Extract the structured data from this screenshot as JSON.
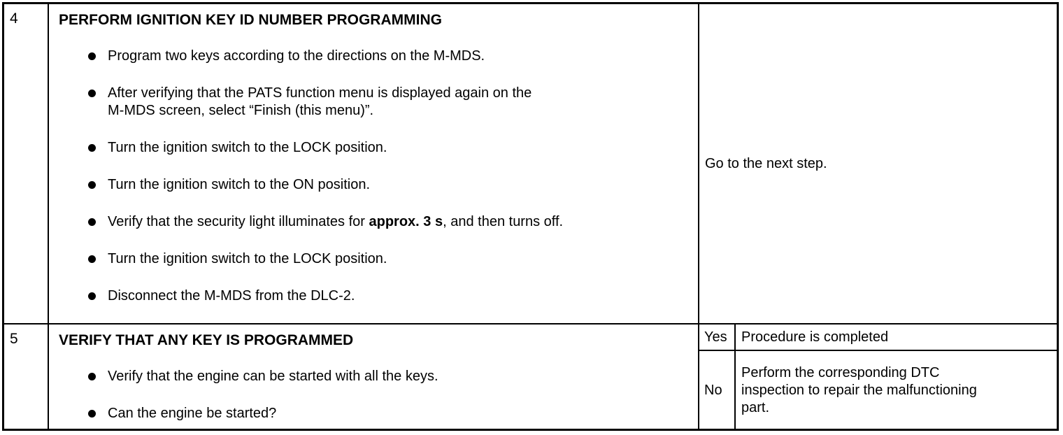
{
  "table": {
    "rows": [
      {
        "step": "4",
        "title": "PERFORM IGNITION KEY ID NUMBER PROGRAMMING",
        "bullets": [
          "Program two keys according to the directions on the M-MDS.",
          "After verifying that the PATS function menu is displayed again on the\nM-MDS screen, select “Finish (this menu)”.",
          "Turn the ignition switch to the LOCK position.",
          "Turn the ignition switch to the ON position.",
          {
            "pre": "Verify that the security light illuminates for ",
            "bold": "approx. 3 s",
            "post": ", and then turns off."
          },
          "Turn the ignition switch to the LOCK position.",
          "Disconnect the M-MDS from the DLC-2."
        ],
        "result": "Go to the next step."
      },
      {
        "step": "5",
        "title": "VERIFY THAT ANY KEY IS PROGRAMMED",
        "bullets": [
          "Verify that the engine can be started with all the keys.",
          "Can the engine be started?"
        ],
        "results": [
          {
            "answer": "Yes",
            "action": "Procedure is completed"
          },
          {
            "answer": "No",
            "action": "Perform the corresponding DTC\ninspection to repair the malfunctioning\npart."
          }
        ]
      }
    ]
  }
}
